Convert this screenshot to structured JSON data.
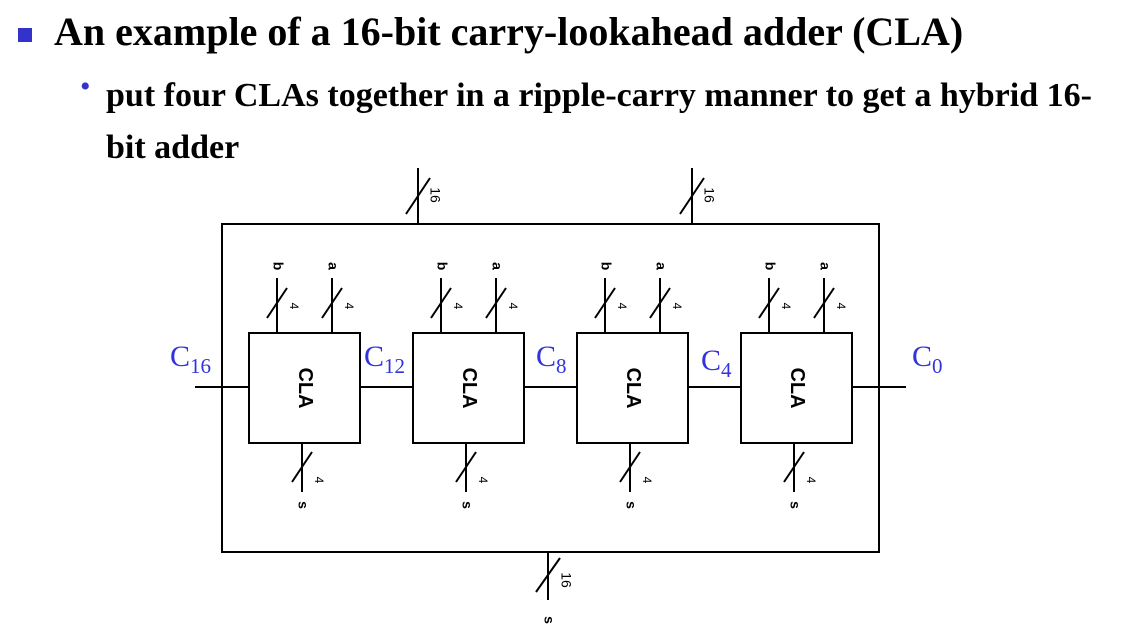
{
  "heading": {
    "title": "An example of a 16-bit carry-lookahead adder (CLA)",
    "subtitle": "put four CLAs together in a ripple-carry manner to get a hybrid 16-bit adder"
  },
  "diagram": {
    "module_label": "CLA",
    "input_a_label": "a",
    "input_b_label": "b",
    "output_label": "s",
    "cla_bus_width": "4",
    "outer_bus_width": "16",
    "carries": [
      {
        "base": "C",
        "sub": "16"
      },
      {
        "base": "C",
        "sub": "12"
      },
      {
        "base": "C",
        "sub": "8"
      },
      {
        "base": "C",
        "sub": "4"
      },
      {
        "base": "C",
        "sub": "0"
      }
    ]
  },
  "colors": {
    "bullet": "#3333cc",
    "carry_text": "#3333dd"
  }
}
